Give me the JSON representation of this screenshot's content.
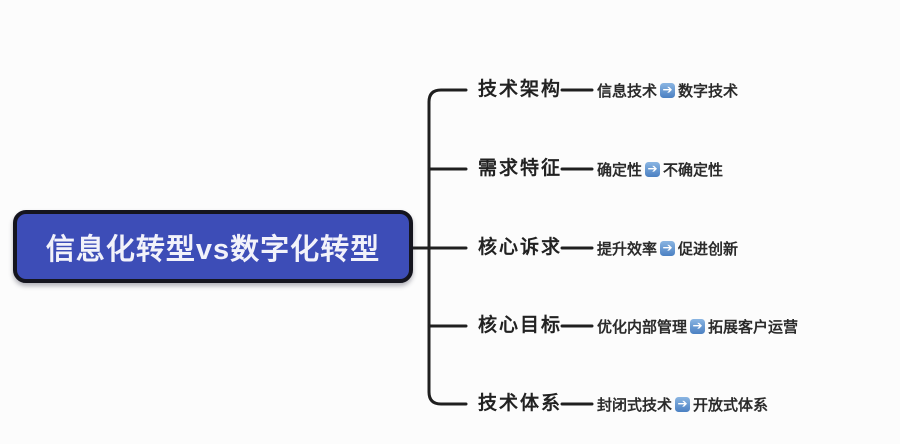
{
  "root": {
    "label": "信息化转型vs数字化转型"
  },
  "branches": [
    {
      "label": "技术架构",
      "from": "信息技术",
      "to": "数字技术"
    },
    {
      "label": "需求特征",
      "from": "确定性",
      "to": "不确定性"
    },
    {
      "label": "核心诉求",
      "from": "提升效率",
      "to": "促进创新"
    },
    {
      "label": "核心目标",
      "from": "优化内部管理",
      "to": "拓展客户运营"
    },
    {
      "label": "技术体系",
      "from": "封闭式技术",
      "to": "开放式体系"
    }
  ],
  "icons": {
    "arrow_glyph": "➔"
  },
  "colors": {
    "root_fill": "#3d4db7",
    "root_border": "#15151e",
    "root_text": "#f2f2fa",
    "line": "#1f1f1f",
    "label_text": "#222222",
    "subtext": "#2b2b2b",
    "arrow_icon_top": "#8ab5e2",
    "arrow_icon_bottom": "#4b80c2",
    "background": "#fcfcfc"
  }
}
